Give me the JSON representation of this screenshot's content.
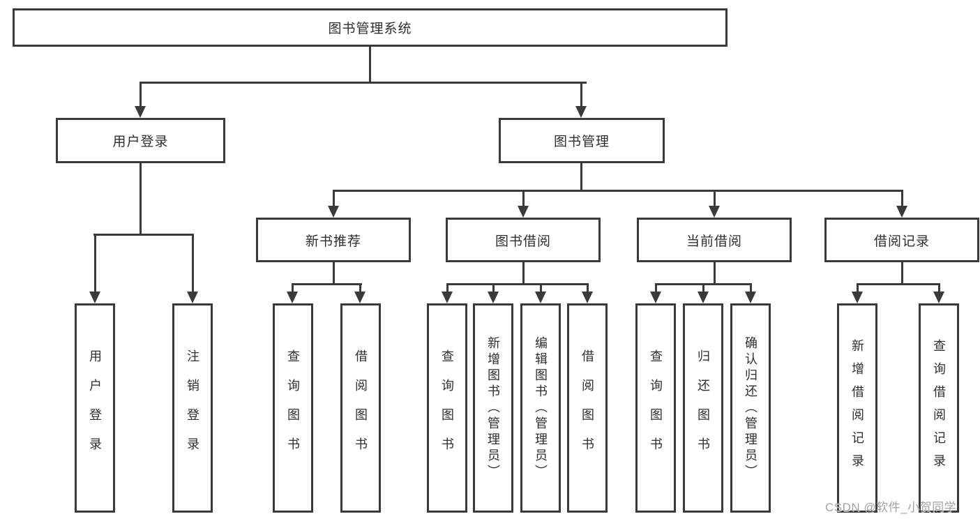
{
  "colors": {
    "line": "#3a3a3a",
    "text": "#2e2e2e",
    "watermark": "#a3a3a3",
    "background": "#ffffff"
  },
  "diagram": {
    "root": "图书管理系统",
    "level1": [
      "用户登录",
      "图书管理"
    ],
    "level2": [
      "新书推荐",
      "图书借阅",
      "当前借阅",
      "借阅记录"
    ],
    "leaves": [
      "用户登录",
      "注销登录",
      "查询图书",
      "借阅图书",
      "查询图书",
      "新增图书（管理员）",
      "编辑图书（管理员）",
      "借阅图书",
      "查询图书",
      "归还图书",
      "确认归还（管理员）",
      "新增借阅记录",
      "查询借阅记录"
    ]
  },
  "watermark": "CSDN @软件_小贺同学"
}
